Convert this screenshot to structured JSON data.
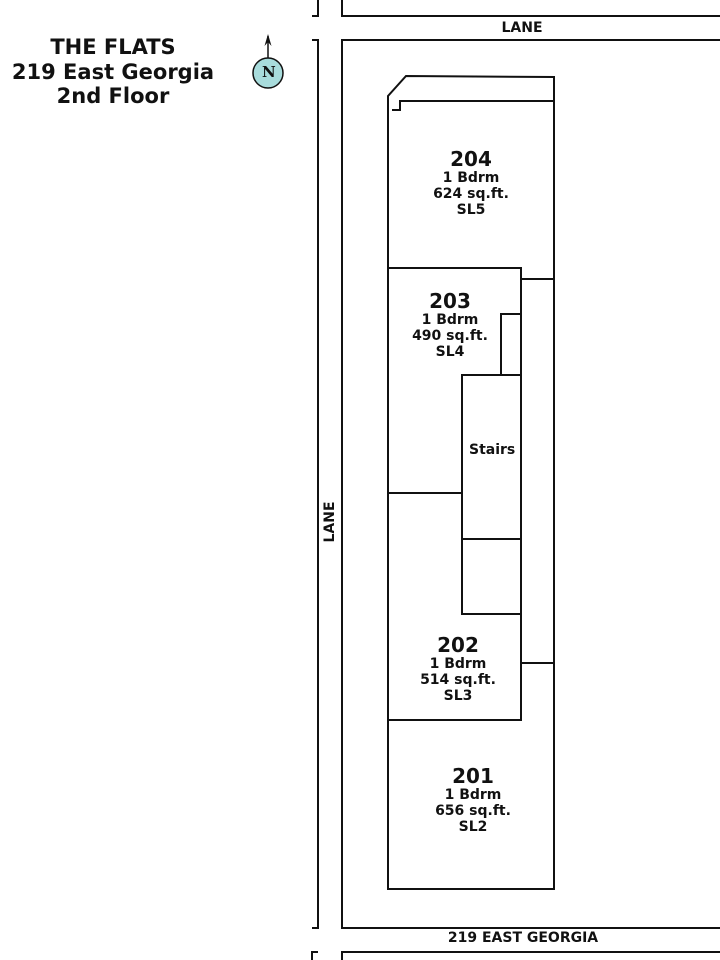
{
  "title": {
    "line1": "THE FLATS",
    "line2": "219 East Georgia",
    "line3": "2nd Floor"
  },
  "compass": {
    "letter": "N",
    "icon": "north-arrow-icon"
  },
  "streets": {
    "top": "LANE",
    "left": "LANE",
    "bottom": "219 EAST GEORGIA"
  },
  "stairs_label": "Stairs",
  "units": [
    {
      "number": "204",
      "type": "1 Bdrm",
      "area": "624 sq.ft.",
      "strata_lot": "SL5"
    },
    {
      "number": "203",
      "type": "1 Bdrm",
      "area": "490 sq.ft.",
      "strata_lot": "SL4"
    },
    {
      "number": "202",
      "type": "1 Bdrm",
      "area": "514 sq.ft.",
      "strata_lot": "SL3"
    },
    {
      "number": "201",
      "type": "1 Bdrm",
      "area": "656 sq.ft.",
      "strata_lot": "SL2"
    }
  ],
  "colors": {
    "line": "#111111",
    "compass_fill": "#a8dcdc",
    "background": "#ffffff"
  }
}
